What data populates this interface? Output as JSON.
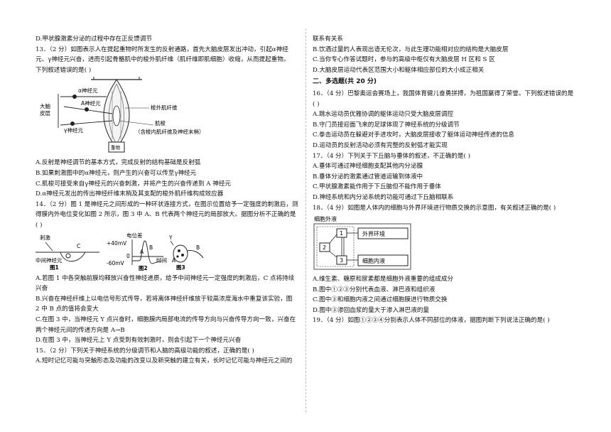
{
  "left": {
    "q12d": "D.甲状腺激素分泌的过程中存在正反馈调节",
    "q13": [
      "13．（2 分）如图表示人在提起重物时所发生的反射通路，首先大脑皮层发出冲动，引起α神经",
      "元、γ神经元兴奋，进而引起骨骼肌中的梭外肌纤维（肌纤维即肌细胞）收缩，从而提起重物。",
      "下列叙述错误的是(    )"
    ],
    "fig13": {
      "alpha": "α神经元",
      "a_label": "A神经元",
      "gamma": "γ神经元",
      "cortex_1": "大脑",
      "cortex_2": "皮层",
      "extrafusal": "梭外肌纤维",
      "spindle": "肌梭",
      "spindle_note": "（含梭内肌纤维及神经末梢）",
      "weight": "重物"
    },
    "q13_opts": [
      "A.反射是神经调节的基本方式，完成反射的结构基础是反射弧",
      "B.如果刺激图中的α神经元，则产生的兴奋可以传至γ神经元",
      "C.肌梭可接受来自γ神经元的兴奋刺激，并将产生的兴奋传递到 A 神经元",
      "D.α神经元发出的传出神经纤维末梢及其支配的梭外肌纤维构成效应器"
    ],
    "q14": [
      "14．（2 分）图 1 是神经元之间形成的一种环状连接方式，在图示位置给予一定强度的刺激后，测",
      "得膜内外电位变化如图 2 所示，图 3 中 A、B 代表两个神经元的局部放大。据图分析不正确的是",
      "(    )"
    ],
    "fig14": {
      "stim": "刺激",
      "mid_neuron": "中间神经元",
      "fig1": "图1",
      "c": "C",
      "potential": "电位差",
      "p40": "+40mV",
      "zero": "0",
      "m60": "-60mV",
      "a": "A",
      "b": "B",
      "time": "时间",
      "fig2": "图2",
      "y": "Y",
      "fig3": "图3",
      "fig3_a": "A",
      "fig3_b": "B"
    },
    "q14_opts": [
      "A.若图 1 中各突触前膜均释放兴奋性神经递质，给予中间神经元一定强度的刺激后，C 点将持续",
      "兴奋",
      "B.兴奋在神经纤维上以电信号形式传导，若将离体神经纤维放于较高浓度海水中重复该实验，图",
      "2 中 B 点的值将会变大",
      "C.在图 3 中，当神经元 Y 点兴奋时，细胞膜内局部电流的传导方向与兴奋传导方向一致，兴奋在",
      "两个神经元间的传递方向是 A→B",
      "D.在图 3 中，当神经元上 Y 点受到有效刺激时，则会引起下一个神经元兴奋"
    ],
    "q15": [
      "15．（2 分）下列关于神经系统的分级调节和人脑的高级功能的叙述，正确的是(    )",
      "A.短时记忆可能与突触形态及功能的改变以及新突触的建立有关，长时记忆可能与神经元之间的"
    ]
  },
  "right": {
    "q15_cont": [
      "联系有关系",
      "B.饮酒过量的人表现出语无伦次，与此生理功能相对应的结构是大脑皮层",
      "C.当你专心作答试题时，参与的高级中枢仅有大脑皮层 H 区和 S 区",
      "D.大脑皮层运动代表区范围大小和躯体相应部位的大小成正相关"
    ],
    "section2": "二、多选题(共 20 分)",
    "q16": [
      "16．（4 分）巴黎奥运会赛场上，我国体育健儿奋勇拼搏，为祖国赢得了荣誉。下列叙述错误的是",
      "(    )",
      "A.跳水运动员优雅协调的躯体运动只受大脑皮层调控",
      "B.守门员接迎面飞来的足球体现了神经系统的分级调节",
      "C.拳击运动员在躲避对手进攻时，大脑皮层接收了躯体运动神经传递的信息",
      "D.运动员的反射活动必须有完整的反射弧才能实现"
    ],
    "q17": [
      "17．（4 分）下列关于下丘脑与垂体的叙述，不正确的是(    )",
      "A.垂体可通过神经细胞支配其他内分泌腺",
      "B.垂体分泌的激素通过管道运输到体液中",
      "C.甲状腺激素能作用于下丘脑但不能作用于垂体",
      "D.神经系统和内分泌系统的功能可通过下丘脑相联系"
    ],
    "q18": "18．（4 分）如图是人体内的细胞与外界环境进行物质交换的示意图，有关叙述正确的是(    )",
    "fig18": {
      "outer": "细胞外液",
      "n1": "1",
      "n2": "2",
      "n3": "3",
      "ext": "外界环境",
      "intra": "细胞内液"
    },
    "q18_opts": [
      "A.维生素、糖原和尿素都是细胞外液重要的组成成分",
      "B.图中①②③分别代表血液、淋巴液和组织液",
      "C.图中③和细胞内液之间通过细胞膜进行物质交换",
      "D.图中③渗回血浆的量大于渗入淋巴液的量"
    ],
    "q19": "19．（4 分）如图①②③④分别表示人体不同部位的体液，据图判断下列说法正确的是(    )"
  }
}
